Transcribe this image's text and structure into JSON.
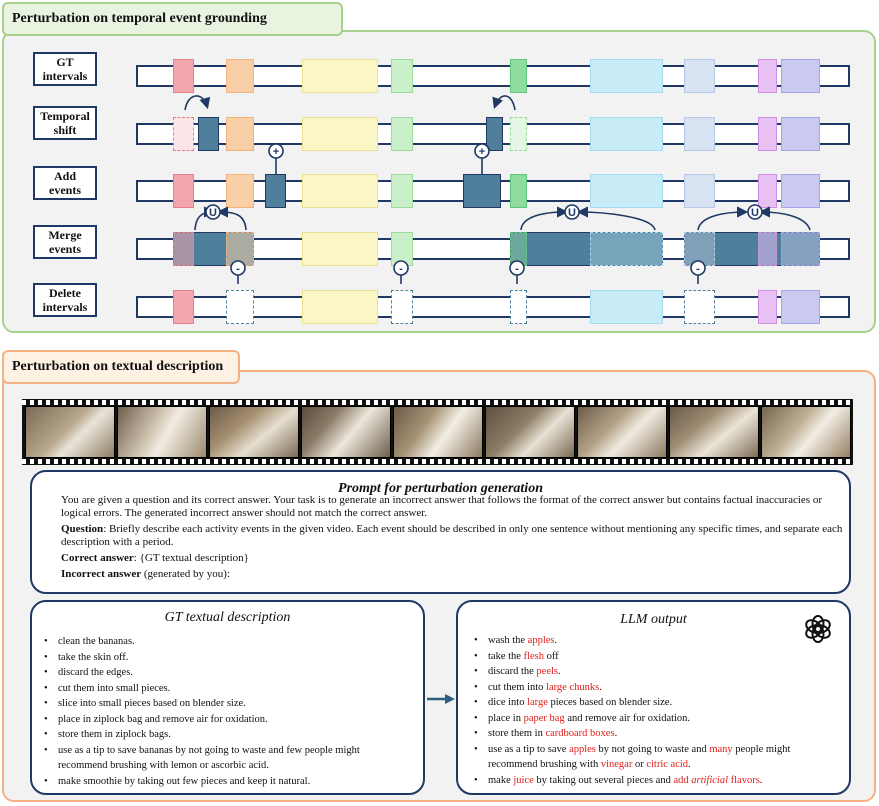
{
  "section1": {
    "title": "Perturbation on temporal event grounding"
  },
  "rows": [
    {
      "label": "GT\nintervals"
    },
    {
      "label": "Temporal\nshift"
    },
    {
      "label": "Add\nevents"
    },
    {
      "label": "Merge\nevents"
    },
    {
      "label": "Delete\nintervals"
    }
  ],
  "symbols": {
    "add": "+",
    "union": "U",
    "delete": "-"
  },
  "colors": {
    "dark_segment": "#4f7f9b",
    "outline": "#1f3864",
    "green_border": "#a8d08d",
    "orange_border": "#f4b183",
    "highlight_red": "#e0201b",
    "event_palette": [
      "#f4a6ae",
      "#f9cfa7",
      "#fbf6c5",
      "#c9f0c9",
      "#8edd9f",
      "#c7ecf7",
      "#d7e3f2",
      "#e8c1f2",
      "#c9c9f2"
    ]
  },
  "section2": {
    "title": "Perturbation on textual description"
  },
  "prompt": {
    "title": "Prompt for perturbation generation",
    "intro": "You are given a question and its correct answer. Your task is to generate an incorrect answer that follows the format of the correct answer but contains factual inaccuracies or logical errors. The generated incorrect answer should not match the correct answer.",
    "question_label": "Question",
    "question_text": ": Briefly describe each activity events in the given video. Each event should be described in only one sentence without mentioning any specific times, and separate each description with a period.",
    "correct_label": "Correct answer",
    "correct_text": ": {GT textual  description}",
    "incorrect_label": "Incorrect answer",
    "incorrect_text": " (generated by you):"
  },
  "gt": {
    "title": "GT textual description",
    "items": [
      "clean the bananas.",
      "take the skin off.",
      "discard the edges.",
      "cut them into small pieces.",
      "slice into small pieces based on blender size.",
      "place in ziplock bag and remove air for oxidation.",
      "store them in ziplock bags.",
      "use as a tip to save bananas by not going to waste and few people might recommend brushing with lemon or ascorbic acid.",
      "make smoothie by taking out few pieces and keep it natural."
    ]
  },
  "llm": {
    "title": "LLM output",
    "logo_icon": "openai-logo-icon",
    "items": [
      [
        {
          "t": "wash the "
        },
        {
          "t": "apples",
          "r": true
        },
        {
          "t": "."
        }
      ],
      [
        {
          "t": "take the "
        },
        {
          "t": "flesh",
          "r": true
        },
        {
          "t": " off"
        }
      ],
      [
        {
          "t": "discard the "
        },
        {
          "t": "peels",
          "r": true
        },
        {
          "t": "."
        }
      ],
      [
        {
          "t": "cut them into "
        },
        {
          "t": "large chunks",
          "r": true
        },
        {
          "t": "."
        }
      ],
      [
        {
          "t": "dice into "
        },
        {
          "t": "large",
          "r": true
        },
        {
          "t": " pieces based on blender size."
        }
      ],
      [
        {
          "t": "place in "
        },
        {
          "t": "paper bag",
          "r": true
        },
        {
          "t": " and remove air for oxidation."
        }
      ],
      [
        {
          "t": "store them in "
        },
        {
          "t": "cardboard boxes",
          "r": true
        },
        {
          "t": "."
        }
      ],
      [
        {
          "t": "use as a tip to save "
        },
        {
          "t": "apples",
          "r": true
        },
        {
          "t": " by not going to waste and "
        },
        {
          "t": "many",
          "r": true
        },
        {
          "t": " people might recommend brushing with "
        },
        {
          "t": "vinegar",
          "r": true
        },
        {
          "t": " or "
        },
        {
          "t": "citric acid",
          "r": true
        },
        {
          "t": "."
        }
      ],
      [
        {
          "t": "make "
        },
        {
          "t": "juice",
          "r": true
        },
        {
          "t": " by taking out several pieces and "
        },
        {
          "t": "add ",
          "r": true
        },
        {
          "t": "artificial",
          "r": true,
          "i": true
        },
        {
          "t": " flavors",
          "r": true
        },
        {
          "t": "."
        }
      ]
    ]
  }
}
